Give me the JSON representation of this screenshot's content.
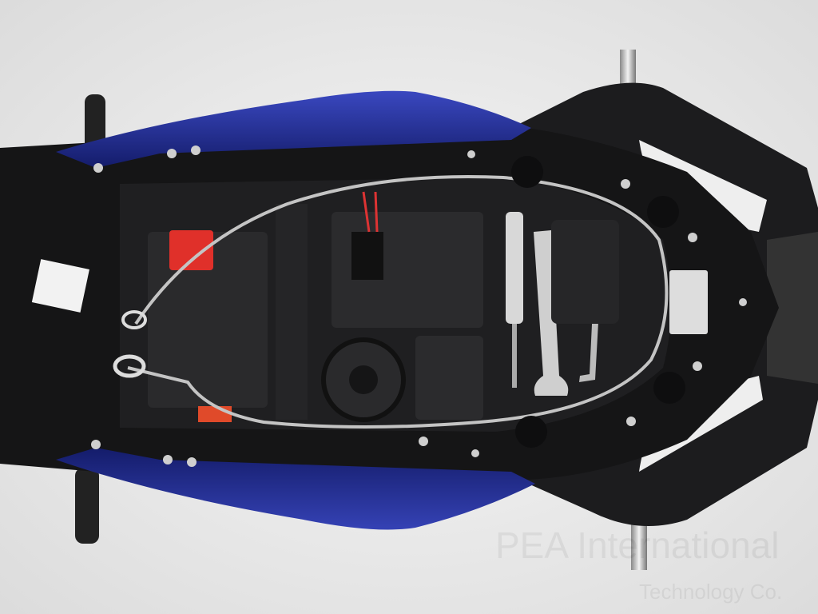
{
  "image": {
    "subject": "motorcycle-under-seat-storage-compartment",
    "colors": {
      "background": "#eeeeee",
      "frame": "#1c1c1e",
      "body_panel_blue": "#1f2a8c",
      "cable": "#bfbfbf",
      "terminal_red": "#e0302a"
    }
  },
  "watermark": {
    "line1": "PEA International",
    "line2": "Technology Co."
  }
}
